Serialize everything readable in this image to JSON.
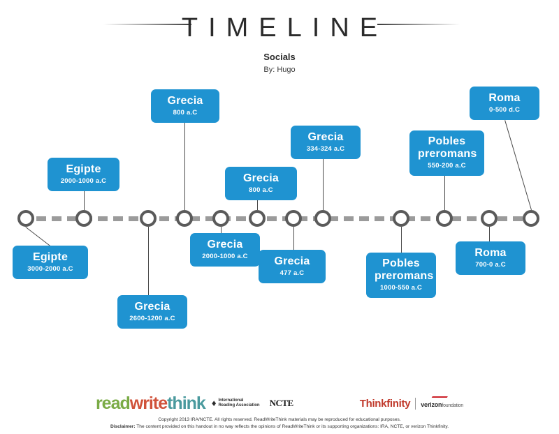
{
  "header": {
    "title": "TIMELINE",
    "subtitle": "Socials",
    "byline": "By: Hugo"
  },
  "timeline": {
    "node_count": 12,
    "accent_color": "#1f93d1",
    "axis_color": "#9b9b9b",
    "node_color": "#5a5a5a",
    "events": [
      {
        "id": "egipte-3000",
        "era": "Egipte",
        "date": "3000-2000 a.C",
        "side": "below"
      },
      {
        "id": "egipte-2000",
        "era": "Egipte",
        "date": "2000-1000 a.C",
        "side": "above"
      },
      {
        "id": "grecia-2600",
        "era": "Grecia",
        "date": "2600-1200 a.C",
        "side": "below"
      },
      {
        "id": "grecia-800-a",
        "era": "Grecia",
        "date": "800 a.C",
        "side": "above"
      },
      {
        "id": "grecia-2000",
        "era": "Grecia",
        "date": "2000-1000 a.C",
        "side": "below"
      },
      {
        "id": "grecia-800-b",
        "era": "Grecia",
        "date": "800 a.C",
        "side": "above"
      },
      {
        "id": "grecia-477",
        "era": "Grecia",
        "date": "477 a.C",
        "side": "below"
      },
      {
        "id": "grecia-334",
        "era": "Grecia",
        "date": "334-324 a.C",
        "side": "above"
      },
      {
        "id": "pobles-1000",
        "era": "Pobles\npreromans",
        "date": "1000-550 a.C",
        "side": "below"
      },
      {
        "id": "pobles-550",
        "era": "Pobles\npreromans",
        "date": "550-200 a.C",
        "side": "above"
      },
      {
        "id": "roma-700",
        "era": "Roma",
        "date": "700-0 a.C",
        "side": "below"
      },
      {
        "id": "roma-0",
        "era": "Roma",
        "date": "0-500 d.C",
        "side": "above"
      }
    ]
  },
  "footer": {
    "brand": {
      "read": "read",
      "write": "write",
      "think": "think"
    },
    "ira_line1": "International",
    "ira_line2": "Reading Association",
    "ncte": "NCTE",
    "thinkfinity": "Thinkfinity",
    "verizon": "verizon",
    "verizon_sub": "foundation",
    "copyright": "Copyright 2013 IRA/NCTE. All rights reserved. ReadWriteThink materials may be reproduced for educational purposes.",
    "disclaimer_label": "Disclaimer:",
    "disclaimer": "The content provided on this handout in no way reflects the opinions of ReadWriteThink or its supporting organizations: IRA, NCTE, or verizon Thinkfinity."
  }
}
